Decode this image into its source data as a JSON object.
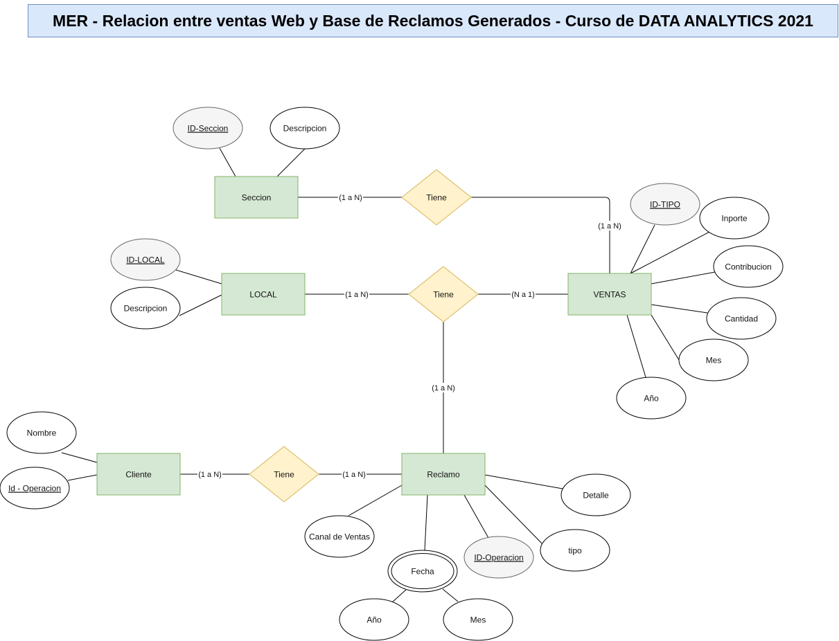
{
  "title": "MER - Relacion entre ventas Web y Base de Reclamos Generados - Curso de DATA ANALYTICS 2021",
  "colors": {
    "entity_fill": "#d5e8d4",
    "entity_stroke": "#82b366",
    "relation_fill": "#fff2cc",
    "relation_stroke": "#d6b656",
    "key_attr_fill": "#f5f5f5",
    "key_attr_stroke": "#666666",
    "title_fill": "#dae8fc",
    "title_stroke": "#6c8ebf"
  },
  "entities": {
    "seccion": "Seccion",
    "local": "LOCAL",
    "ventas": "VENTAS",
    "cliente": "Cliente",
    "reclamo": "Reclamo"
  },
  "relations": {
    "seccion_ventas": "Tiene",
    "local_ventas": "Tiene",
    "cliente_reclamo": "Tiene"
  },
  "attributes": {
    "seccion": {
      "id": "ID-Seccion",
      "descripcion": "Descripcion"
    },
    "local": {
      "id": "ID-LOCAL",
      "descripcion": "Descripcion"
    },
    "ventas": {
      "id": "ID-TIPO",
      "inporte": "Inporte",
      "contribucion": "Contribucion",
      "cantidad": "Cantidad",
      "mes": "Mes",
      "anio": "Año"
    },
    "cliente": {
      "nombre": "Nombre",
      "id": "Id - Operacion"
    },
    "reclamo": {
      "detalle": "Detalle",
      "tipo": "tipo",
      "id": "ID-Operacion",
      "canal": "Canal de Ventas",
      "fecha": "Fecha",
      "fecha_anio": "Año",
      "fecha_mes": "Mes"
    }
  },
  "cardinalities": {
    "seccion_tiene": "(1 a N)",
    "tiene_ventas_top": "(1 a N)",
    "local_tiene": "(1 a N)",
    "tiene_ventas": "(N a 1)",
    "tiene_reclamo_vertical": "(1 a N)",
    "cliente_tiene": "(1 a N)",
    "tiene_reclamo": "(1 a N)"
  }
}
